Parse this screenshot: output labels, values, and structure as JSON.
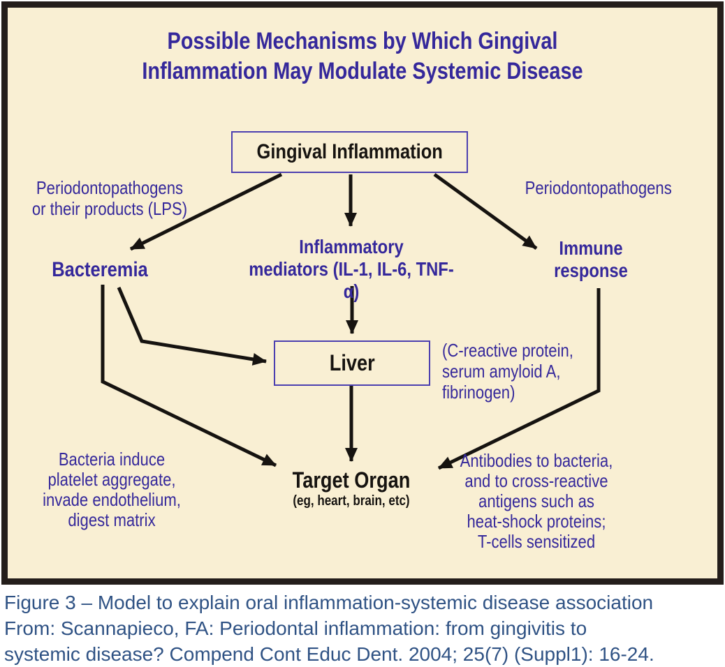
{
  "diagram": {
    "title": [
      "Possible Mechanisms by Which Gingival",
      "Inflammation May Modulate Systemic Disease"
    ],
    "nodes": {
      "gingival": "Gingival Inflammation",
      "bacteremia": "Bacteremia",
      "inflammatory": [
        "Inflammatory",
        "mediators (IL-1, IL-6, TNF-α)"
      ],
      "immune": [
        "Immune",
        "response"
      ],
      "liver": "Liver",
      "target": [
        "Target Organ",
        "(eg, heart, brain, etc)"
      ]
    },
    "annotations": {
      "periodonto_left": [
        "Periodontopathogens",
        "or their products (LPS)"
      ],
      "periodonto_right": "Periodontopathogens",
      "acute_phase": [
        "(C-reactive protein,",
        "serum amyloid A,",
        "fibrinogen)"
      ],
      "bacteria_effects": [
        "Bacteria induce",
        "platelet aggregate,",
        "invade endothelium,",
        "digest matrix"
      ],
      "antibodies": [
        "Antibodies to bacteria,",
        "and to cross-reactive",
        "antigens such as",
        "heat-shock proteins;",
        "T-cells sensitized"
      ]
    },
    "colors": {
      "background": "#F9EFD3",
      "frame_border": "#241E1B",
      "purple_text": "#35289B",
      "box_border": "#4C3FB0",
      "black_text": "#161310",
      "caption_text": "#2F5284"
    }
  },
  "caption": [
    "Figure 3 – Model to explain oral inflammation-systemic disease association",
    "From: Scannapieco, FA: Periodontal inflammation: from gingivitis to",
    "systemic disease? Compend Cont Educ Dent. 2004; 25(7) (Suppl1): 16-24."
  ]
}
